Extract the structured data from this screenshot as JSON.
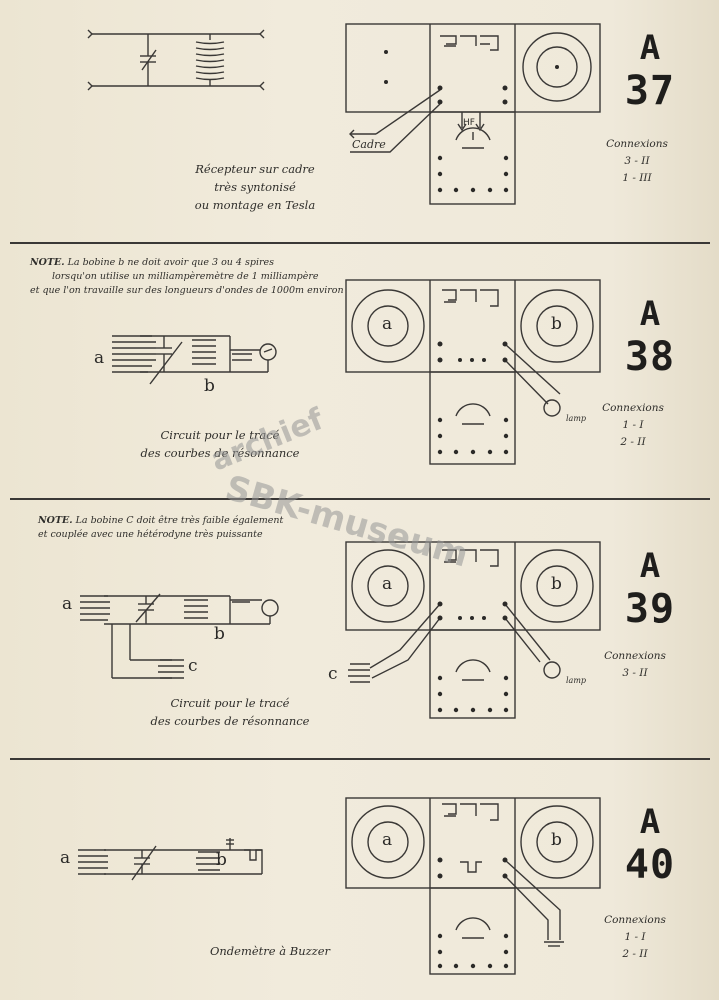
{
  "sections": [
    {
      "id": "A37",
      "caption_lines": [
        "Récepteur sur cadre",
        "très syntonisé",
        "ou montage en Tesla"
      ],
      "cadre_label": "Cadre",
      "hf_label": "HF",
      "code": {
        "letter": "A",
        "number": "37"
      },
      "connexions": {
        "title": "Connexions",
        "lines": [
          "3 - II",
          "1 - III"
        ]
      }
    },
    {
      "id": "A38",
      "note": {
        "prefix": "NOTE.",
        "lines": [
          "La bobine  b  ne doit avoir que  3 ou 4 spires",
          "lorsqu'on utilise  un milliampèremètre de 1 milliampère",
          "et que l'on travaille sur des longueurs d'ondes de 1000m environ"
        ]
      },
      "caption_lines": [
        "Circuit pour le tracé",
        "des courbes de résonnance"
      ],
      "coil_a": "a",
      "coil_b": "b",
      "lamp_label": "lamp",
      "code": {
        "letter": "A",
        "number": "38"
      },
      "connexions": {
        "title": "Connexions",
        "lines": [
          "1 - I",
          "2 - II"
        ]
      }
    },
    {
      "id": "A39",
      "note": {
        "prefix": "NOTE.",
        "lines": [
          "La bobine  C  doit être très faible également",
          "et couplée avec une hétérodyne très puissante"
        ]
      },
      "caption_lines": [
        "Circuit pour le tracé",
        "des courbes de résonnance"
      ],
      "coil_a": "a",
      "coil_b": "b",
      "coil_c": "c",
      "lamp_label": "lamp",
      "code": {
        "letter": "A",
        "number": "39"
      },
      "connexions": {
        "title": "Connexions",
        "lines": [
          "3 - II"
        ]
      }
    },
    {
      "id": "A40",
      "caption_lines": [
        "Ondemètre à Buzzer"
      ],
      "coil_a": "a",
      "coil_b": "b",
      "code": {
        "letter": "A",
        "number": "40"
      },
      "connexions": {
        "title": "Connexions",
        "lines": [
          "1 - I",
          "2 - II"
        ]
      }
    }
  ],
  "watermark": {
    "line1": "archief",
    "line2": "SBK-museum"
  }
}
